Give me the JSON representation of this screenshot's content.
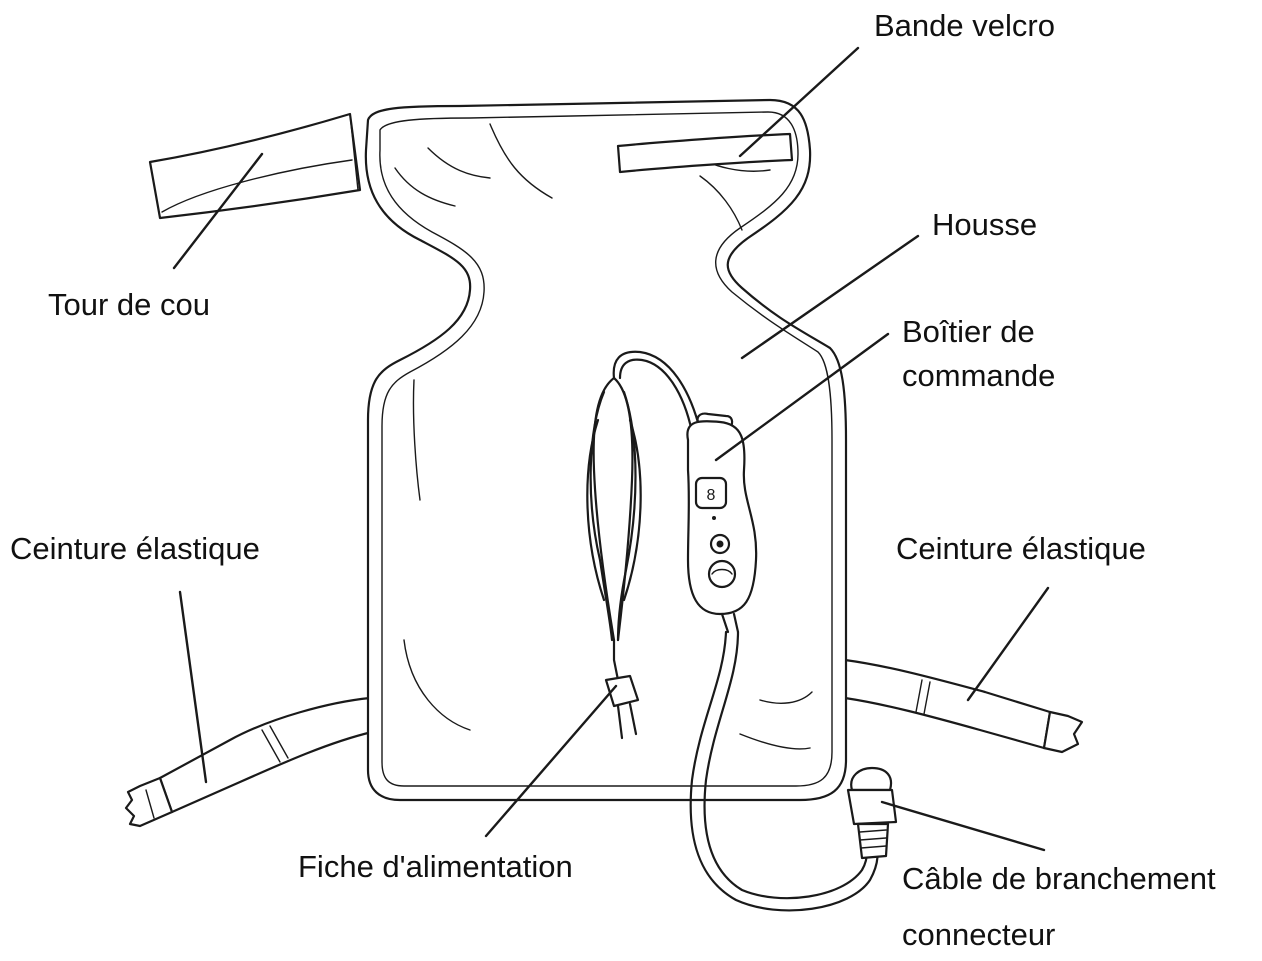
{
  "labels": {
    "bande_velcro": "Bande velcro",
    "tour_de_cou": "Tour de cou",
    "housse": "Housse",
    "boitier_line1": "Boîtier de",
    "boitier_line2": "commande",
    "ceinture_left": "Ceinture élastique",
    "ceinture_right": "Ceinture élastique",
    "fiche": "Fiche d'alimentation",
    "cable_line1": "Câble de branchement",
    "cable_line2": "connecteur"
  },
  "controller": {
    "display_digit": "8"
  }
}
